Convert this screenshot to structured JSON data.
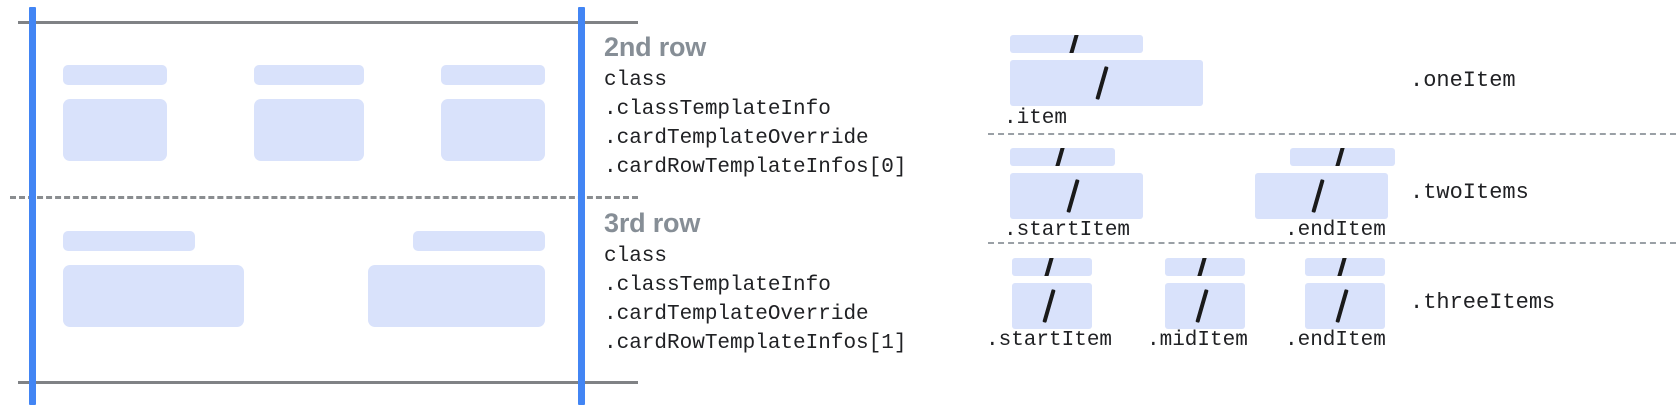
{
  "figure": {
    "type": "annotated-ui-wireframe-diagram",
    "background": "#ffffff",
    "accent_blue": "#4285f4",
    "placeholder_blue": "#d9e2fb",
    "rule_gray": "#808285",
    "heading_gray": "#868e96",
    "code_black": "#202124"
  },
  "card_wireframe": {
    "name": "card-rows-wireframe",
    "rows": [
      {
        "name": "second-row",
        "columns": [
          {
            "title_placeholder": "",
            "body_placeholder": ""
          },
          {
            "title_placeholder": "",
            "body_placeholder": ""
          },
          {
            "title_placeholder": "",
            "body_placeholder": ""
          }
        ]
      },
      {
        "name": "third-row",
        "columns": [
          {
            "title_placeholder": "",
            "body_placeholder": ""
          },
          {
            "title_placeholder": "",
            "body_placeholder": ""
          }
        ]
      }
    ]
  },
  "annotations": [
    {
      "heading": "2nd row",
      "code_lines": [
        "class",
        ".classTemplateInfo",
        ".cardTemplateOverride",
        ".cardRowTemplateInfos[0]"
      ]
    },
    {
      "heading": "3rd row",
      "code_lines": [
        "class",
        ".classTemplateInfo",
        ".cardTemplateOverride",
        ".cardRowTemplateInfos[1]"
      ]
    }
  ],
  "variants": [
    {
      "name": "one-item",
      "right_label": ".oneItem",
      "items": [
        {
          "label": ".item",
          "glyph": "/"
        }
      ]
    },
    {
      "name": "two-items",
      "right_label": ".twoItems",
      "items": [
        {
          "label": ".startItem",
          "glyph": "/"
        },
        {
          "label": ".endItem",
          "glyph": "/"
        }
      ]
    },
    {
      "name": "three-items",
      "right_label": ".threeItems",
      "items": [
        {
          "label": ".startItem",
          "glyph": "/"
        },
        {
          "label": ".midItem",
          "glyph": "/"
        },
        {
          "label": ".endItem",
          "glyph": "/"
        }
      ]
    }
  ]
}
